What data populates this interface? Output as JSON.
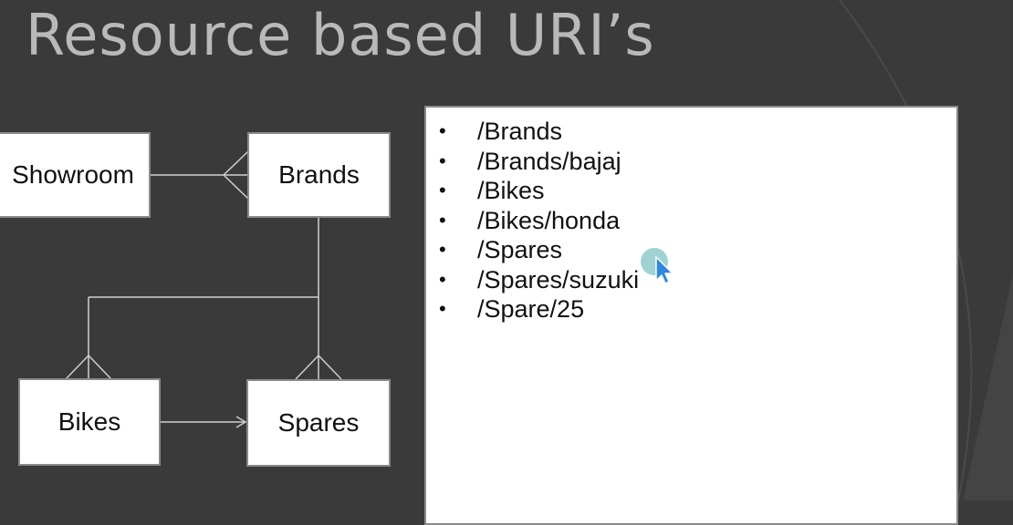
{
  "slide": {
    "title": "Resource based URI’s"
  },
  "diagram": {
    "entities": {
      "showroom": "Showroom",
      "brands": "Brands",
      "bikes": "Bikes",
      "spares": "Spares"
    },
    "relationships": [
      {
        "from": "Showroom",
        "to": "Brands",
        "cardinality": "one-to-many"
      },
      {
        "from": "Brands",
        "to": "Bikes",
        "cardinality": "one-to-many"
      },
      {
        "from": "Brands",
        "to": "Spares",
        "cardinality": "one-to-many"
      },
      {
        "from": "Bikes",
        "to": "Spares",
        "type": "arrow"
      }
    ]
  },
  "uri_panel": {
    "bullet": "•",
    "items": [
      "/Brands",
      "/Brands/bajaj",
      "/Bikes",
      "/Bikes/honda",
      "/Spares",
      "/Spares/suzuki",
      "/Spare/25"
    ]
  },
  "colors": {
    "background": "#3a3a3a",
    "title": "#b9b9b9",
    "box_border": "#8a8a8a",
    "connector": "#cfcfcf",
    "cursor_highlight": "#7fc4c4"
  }
}
